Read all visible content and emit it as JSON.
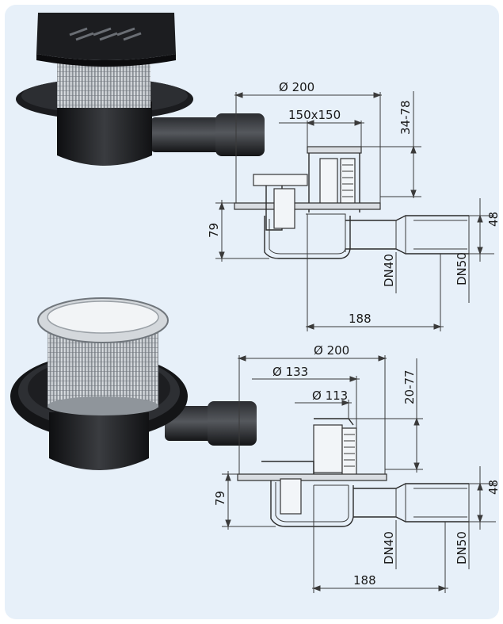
{
  "top_drawing": {
    "outer_diameter": "Ø 200",
    "grate_size": "150x150",
    "height_range": "34-78",
    "body_height": "79",
    "outlet_height": "48",
    "inlet_size": "DN40",
    "outlet_size": "DN50",
    "length": "188"
  },
  "bottom_drawing": {
    "outer_diameter": "Ø 200",
    "flange_diameter": "Ø 133",
    "inner_diameter": "Ø 113",
    "height_range": "20-77",
    "body_height": "79",
    "outlet_height": "48",
    "inlet_size": "DN40",
    "outlet_size": "DN50",
    "length": "188"
  },
  "colors": {
    "panel": "#e7f0f9",
    "line": "#3a3a3a",
    "product_dark": "#1e1f22",
    "product_silver": "#b9bdc2"
  }
}
